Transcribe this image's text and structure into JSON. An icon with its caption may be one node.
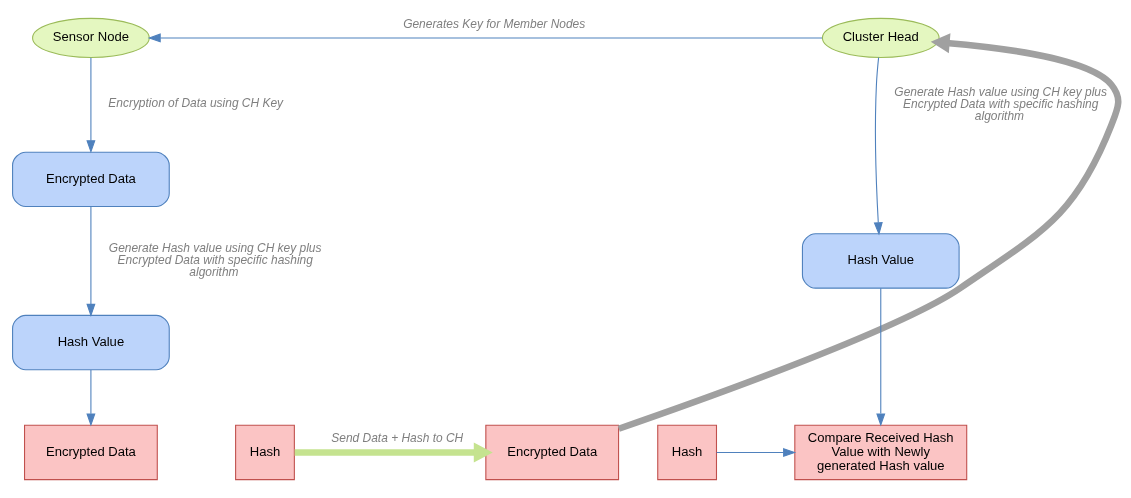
{
  "diagram": {
    "nodes": [
      {
        "text": [
          "Sensor Node"
        ]
      },
      {
        "text": [
          "Cluster Head"
        ]
      },
      {
        "text": [
          "Encrypted Data"
        ]
      },
      {
        "text": [
          "Hash Value"
        ]
      },
      {
        "text": [
          "Encrypted Data"
        ]
      },
      {
        "text": [
          "Hash"
        ]
      },
      {
        "text": [
          "Encrypted Data"
        ]
      },
      {
        "text": [
          "Hash"
        ]
      },
      {
        "text": [
          "Hash Value"
        ]
      },
      {
        "text": [
          "Compare Received Hash Value with Newly generated Hash value"
        ]
      }
    ],
    "edges": [
      {
        "from": 1,
        "to": 0,
        "arrow": "to",
        "label": "Generates Key for Member Nodes"
      },
      {
        "from": 0,
        "to": 2,
        "arrow": "to",
        "label": "Encryption of Data using CH Key"
      },
      {
        "from": 2,
        "to": 3,
        "arrow": "to",
        "label": "Generate Hash value using CH key plus Encrypted Data with specific hashing algorithm"
      },
      {
        "from": 3,
        "to": 4,
        "arrow": "to"
      },
      {
        "from": 5,
        "to": 6,
        "arrow": "to",
        "label": "Send Data + Hash to CH",
        "style": "thick",
        "color": "#c5e38f"
      },
      {
        "from": 6,
        "to": 1,
        "arrow": "to",
        "style": "thick",
        "color": "#a0a0a0"
      },
      {
        "from": 1,
        "to": 8,
        "arrow": "to",
        "label": "Generate Hash value using CH key plus Encrypted Data with specific hashing algorithm"
      },
      {
        "from": 8,
        "to": 9,
        "arrow": "to"
      },
      {
        "from": 7,
        "to": 9,
        "arrow": "to"
      }
    ]
  }
}
